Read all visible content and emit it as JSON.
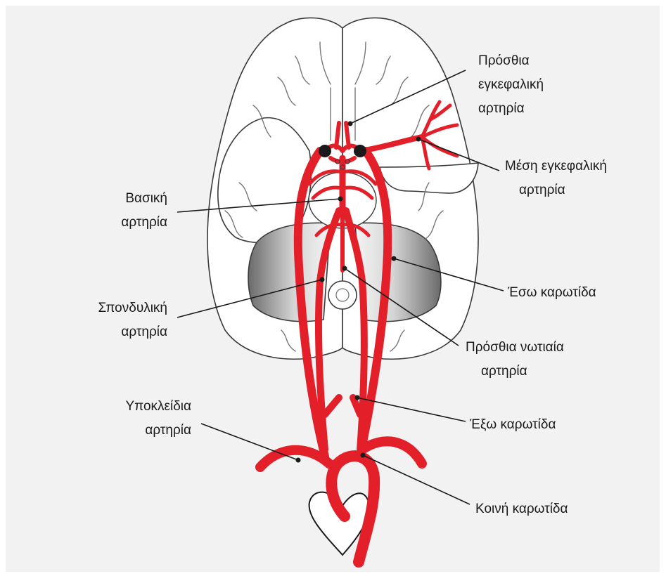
{
  "colors": {
    "artery": "#e3202a",
    "outline": "#3a3a3a",
    "background": "#f2f2f2"
  },
  "labels": {
    "anterior_cerebral": [
      "Πρόσθια",
      "εγκεφαλική",
      "αρτηρία"
    ],
    "middle_cerebral": [
      "Μέση εγκεφαλική",
      "αρτηρία"
    ],
    "basilar": [
      "Βασική",
      "αρτηρία"
    ],
    "internal_carotid": [
      "Έσω καρωτίδα"
    ],
    "vertebral": [
      "Σπονδυλική",
      "αρτηρία"
    ],
    "anterior_spinal": [
      "Πρόσθια νωτιαία",
      "αρτηρία"
    ],
    "subclavian": [
      "Υποκλείδια",
      "αρτηρία"
    ],
    "external_carotid": [
      "Έξω καρωτίδα"
    ],
    "common_carotid": [
      "Κοινή καρωτίδα"
    ]
  }
}
